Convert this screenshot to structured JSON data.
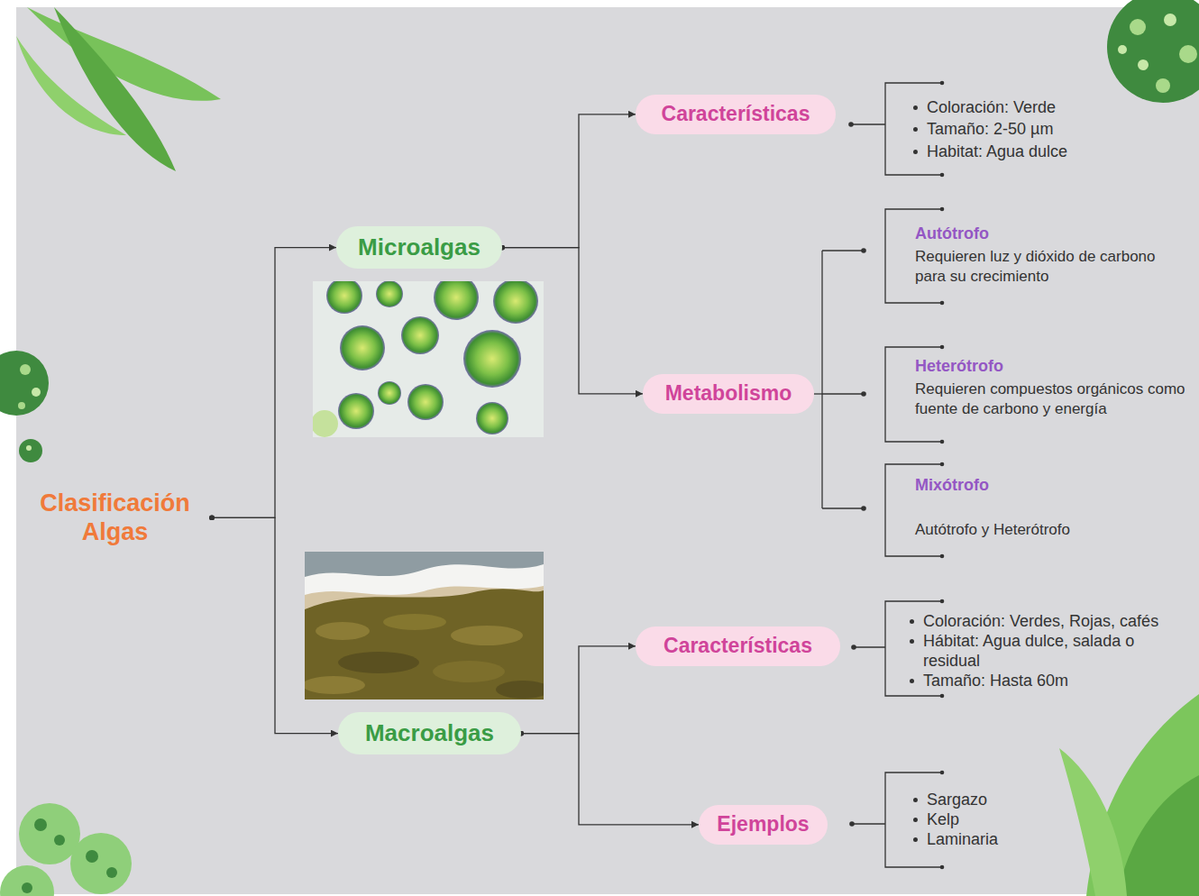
{
  "diagram": {
    "nodes": [
      {
        "text": [
          "Clasificación Algas"
        ]
      },
      {
        "text": [
          "Microalgas"
        ]
      },
      {
        "text": [
          "Características"
        ]
      },
      {
        "text": [
          "Metabolismo"
        ]
      },
      {
        "text": [
          "Macroalgas"
        ]
      },
      {
        "text": [
          "Características"
        ]
      },
      {
        "text": [
          "Ejemplos"
        ]
      }
    ],
    "edges": [
      {
        "from": 0,
        "to": 1,
        "arrow": "to"
      },
      {
        "from": 0,
        "to": 4,
        "arrow": "to"
      },
      {
        "from": 1,
        "to": 2,
        "arrow": "to"
      },
      {
        "from": 1,
        "to": 3,
        "arrow": "to"
      },
      {
        "from": 4,
        "to": 5,
        "arrow": "to"
      },
      {
        "from": 4,
        "to": 6,
        "arrow": "to"
      }
    ],
    "labels": [
      "Coloración: Verde",
      "Tamaño: 2-50 µm",
      "Habitat: Agua dulce",
      "Autótrofo",
      "Requieren luz y dióxido de carbono para su crecimiento",
      "Heterótrofo",
      "Requieren compuestos orgánicos como fuente de carbono y energía",
      "Mixótrofo",
      "Autótrofo y Heterótrofo",
      "Coloración: Verdes, Rojas, cafés",
      "Hábitat: Agua dulce, salada o residual",
      "Tamaño: Hasta 60m",
      "Sargazo",
      "Kelp",
      "Laminaria"
    ]
  }
}
